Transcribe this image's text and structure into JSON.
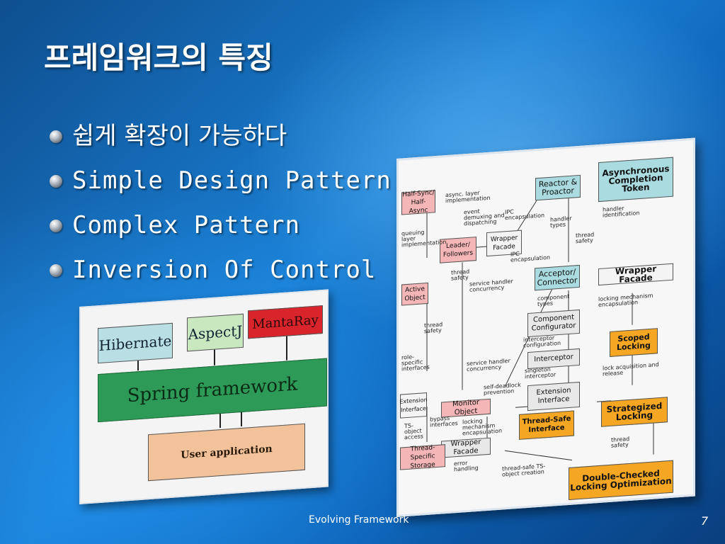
{
  "slide": {
    "title": "프레임워크의 특징",
    "bullets": [
      {
        "text": "쉽게 확장이 가능하다",
        "mono": false
      },
      {
        "text": "Simple Design Pattern",
        "mono": true
      },
      {
        "text": "Complex Pattern",
        "mono": true
      },
      {
        "text": "Inversion Of Control",
        "mono": true
      }
    ],
    "footer": "Evolving Framework",
    "page_number": "7"
  },
  "framework_image": {
    "hibernate": "Hibernate",
    "aspectj": "AspectJ",
    "mantaray": "MantaRay",
    "spring": "Spring framework",
    "user_app": "User application"
  },
  "arch_image": {
    "half_sync": "Half-Sync/ Half-Async",
    "reactor": "Reactor & Proactor",
    "async_token": "Asynchronous Completion Token",
    "leader": "Leader/ Followers",
    "wrapper_facade_top": "Wrapper Facade",
    "active_object": "Active Object",
    "acceptor": "Acceptor/ Connector",
    "wrapper_facade_right": "Wrapper Facade",
    "component_configurator": "Component Configurator",
    "interceptor": "Interceptor",
    "scoped_locking": "Scoped Locking",
    "extension_interface_mid": "Extension Interface",
    "extension_interface_left": "Extension Interface",
    "monitor_object": "Monitor Object",
    "thread_safe_interface": "Thread-Safe Interface",
    "strategized_locking": "Strategized Locking",
    "wrapper_facade_bottom": "Wrapper Facade",
    "thread_specific_storage": "Thread-Specific Storage",
    "double_checked": "Double-Checked Locking Optimization",
    "labels": {
      "async_layer": "async. layer implementation",
      "event_demux": "event demuxing and dispatching",
      "ipc_encap_1": "IPC encapsulation",
      "queuing_layer": "queuing layer implementation",
      "handler_types": "handler types",
      "handler_ident": "handler identification",
      "ipc_encap_2": "IPC encapsulation",
      "thread_safety_1": "thread safety",
      "thread_safety_2": "thread safety",
      "service_handler_conc_1": "service handler concurrency",
      "component_types": "component types",
      "locking_mechanism_encap_1": "locking mechanism encapsulation",
      "thread_safety_3": "thread safety",
      "interceptor_config": "interceptor configuration",
      "role_specific": "role-specific interfaces",
      "singleton_interceptor": "singleton interceptor",
      "service_handler_conc_2": "service handler concurrency",
      "lock_acq": "lock acquisition and release",
      "self_deadlock": "self-deadlock prevention",
      "bypass_interfaces": "bypass interfaces",
      "ts_object_access": "TS-object access",
      "locking_mechanism_encap_2": "locking mechanism encapsulation",
      "error_handling": "error handling",
      "thread_safety_4": "thread safety",
      "thread_safe_ts": "thread-safe TS-object creation"
    }
  }
}
